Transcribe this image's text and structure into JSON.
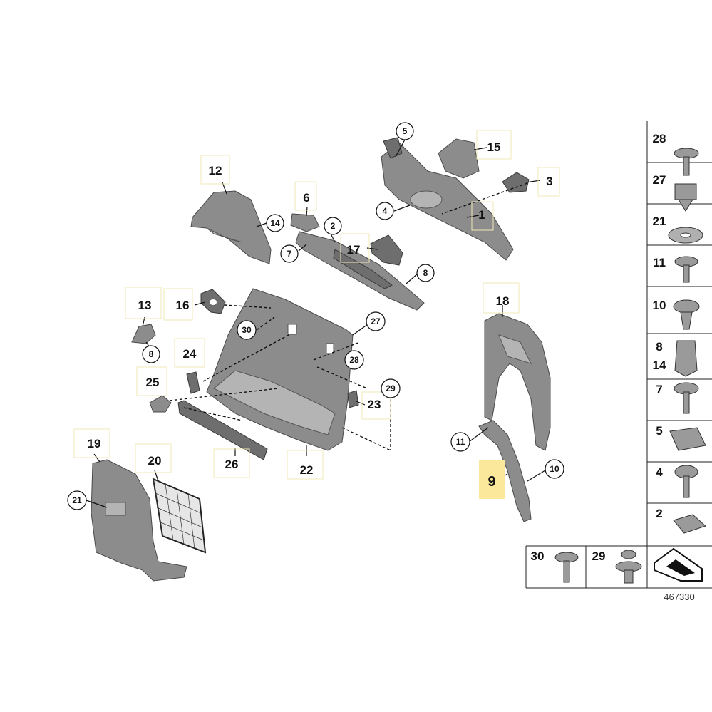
{
  "labels": {
    "p1": "1",
    "p2": "2",
    "p3": "3",
    "p4": "4",
    "p5": "5",
    "p6": "6",
    "p7": "7",
    "p8a": "8",
    "p8b": "8",
    "p9": "9",
    "p10": "10",
    "p11": "11",
    "p12": "12",
    "p13": "13",
    "p14": "14",
    "p15": "15",
    "p16": "16",
    "p17": "17",
    "p18": "18",
    "p19": "19",
    "p20": "20",
    "p21": "21",
    "p22": "22",
    "p23": "23",
    "p24": "24",
    "p25": "25",
    "p26": "26",
    "p27": "27",
    "p28": "28",
    "p29": "29",
    "p30": "30"
  },
  "fastener_table": {
    "rows": [
      "28",
      "27",
      "21",
      "11",
      "10",
      "8",
      "14",
      "7",
      "5",
      "4",
      "2"
    ],
    "bottom": [
      "30",
      "29"
    ]
  },
  "reference_number": "467330",
  "colors": {
    "highlight": "#fbe89a",
    "part_fill": "#8c8c8c"
  }
}
